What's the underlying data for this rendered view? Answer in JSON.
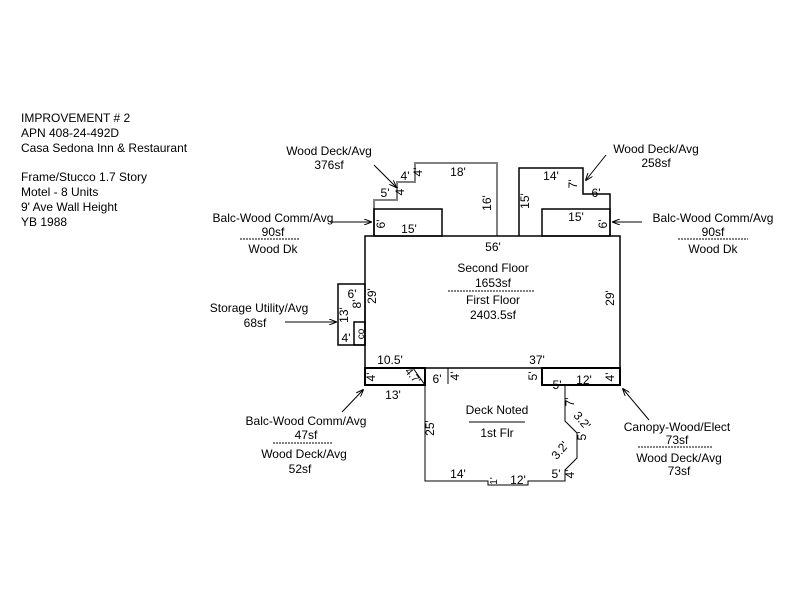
{
  "header": {
    "lines": [
      "IMPROVEMENT # 2",
      "APN 408-24-492D",
      "Casa Sedona Inn & Restaurant"
    ],
    "details": [
      "Frame/Stucco 1.7 Story",
      "Motel - 8 Units",
      "9' Ave Wall Height",
      "YB 1988"
    ]
  },
  "main": {
    "upper_label": "Second Floor",
    "upper_area": "1653sf",
    "lower_label": "First Floor",
    "lower_area": "2403.5sf",
    "dims": {
      "top": "56'",
      "left": "29'",
      "right": "29'",
      "bottom_left": "10.5'",
      "bottom_right": "37'"
    }
  },
  "callouts": {
    "deck_top_left": {
      "label": "Wood Deck/Avg",
      "area": "376sf"
    },
    "deck_top_right": {
      "label": "Wood Deck/Avg",
      "area": "258sf"
    },
    "balc_left": {
      "label": "Balc-Wood Comm/Avg",
      "area": "90sf",
      "sub": "Wood Dk"
    },
    "balc_right": {
      "label": "Balc-Wood Comm/Avg",
      "area": "90sf",
      "sub": "Wood Dk"
    },
    "storage": {
      "label": "Storage Utility/Avg",
      "area": "68sf"
    },
    "balc_bottom": {
      "label": "Balc-Wood Comm/Avg",
      "area": "47sf",
      "sub_label": "Wood Deck/Avg",
      "sub_area": "52sf"
    },
    "canopy": {
      "label": "Canopy-Wood/Elect",
      "area": "73sf",
      "sub_label": "Wood Deck/Avg",
      "sub_area": "73sf"
    },
    "deck_noted": {
      "label": "Deck Noted",
      "sub": "1st Flr"
    }
  },
  "dims": {
    "tl_5": "5'",
    "tl_4a": "4'",
    "tl_4b": "4'",
    "tl_4c": "4'",
    "tl_18": "18'",
    "tl_16": "16'",
    "tl_6": "6'",
    "tl_15": "15'",
    "tr_14": "14'",
    "tr_7": "7'",
    "tr_6": "6'",
    "tr_15v": "15'",
    "tr_15": "15'",
    "tr_6v": "6'",
    "st_6": "6'",
    "st_8": "8'",
    "st_13": "13'",
    "st_4": "4'",
    "st_co": "co",
    "bl_4": "4'",
    "bl_47": "4.7'",
    "bl_13": "13'",
    "bl_6": "6'",
    "d_4": "4'",
    "d_5": "5'",
    "d_25": "25'",
    "d_14": "14'",
    "d_1": "1'",
    "d_12": "12'",
    "d_5b": "5'",
    "d_4b": "4'",
    "d_32a": "3.2'",
    "d_5v": "5'",
    "d_32b": "3.2'",
    "d_7": "7'",
    "cp_5": "5'",
    "cp_12": "12'",
    "cp_4": "4'"
  }
}
